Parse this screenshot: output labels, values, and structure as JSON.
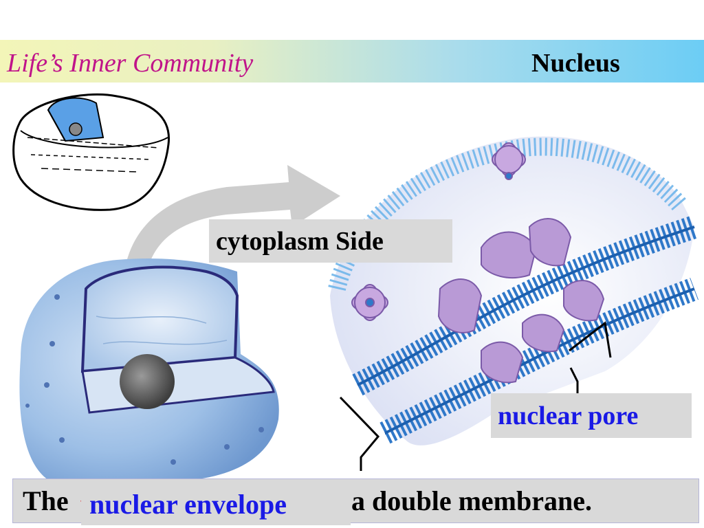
{
  "header": {
    "title": "Life’s Inner Community",
    "topic": "Nucleus"
  },
  "labels": {
    "cytoplasm_side": "cytoplasm Side",
    "nuclear_pore": "nuclear pore",
    "nuclear_envelope": "nuclear envelope"
  },
  "sentence": {
    "start": "The",
    "end": "a double membrane."
  },
  "colors": {
    "title": "#c0148a",
    "accent_blue": "#1a1ae6",
    "label_bg": "#d9d9d9",
    "membrane_blue": "#2f78c9",
    "pore_purple": "#b99ad6"
  },
  "icons": [
    "cell-outline-icon",
    "nucleus-cutaway-illustration",
    "curved-arrow",
    "membrane-pore-illustration"
  ]
}
